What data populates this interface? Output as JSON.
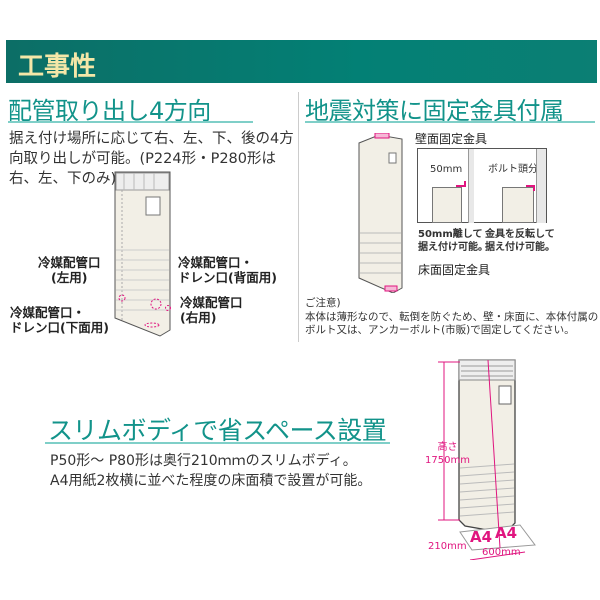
{
  "section_title": "工事性",
  "piping": {
    "heading": "配管取り出し4方向",
    "desc": [
      "据え付け場所に応じて右、左、下、後の4方",
      "向取り出しが可能。(P224形・P280形は",
      "右、左、下のみ)"
    ],
    "labels": {
      "left": [
        "冷媒配管口",
        "(左用)"
      ],
      "back": [
        "冷媒配管口・",
        "ドレン口(背面用)"
      ],
      "right": [
        "冷媒配管口",
        "(右用)"
      ],
      "bottom": [
        "冷媒配管口・",
        "ドレン口(下面用)"
      ]
    }
  },
  "quake": {
    "heading": "地震対策に固定金具付属",
    "wall_bracket": "壁面固定金具",
    "floor_bracket": "床面固定金具",
    "detail1_dim": "50mm",
    "detail2_dim": "ボルト頭分",
    "detail1_caption": [
      "50mm離して",
      "据え付け可能。"
    ],
    "detail2_caption": [
      "金具を反転して",
      "据え付け可能。"
    ],
    "note_title": "ご注意)",
    "note": [
      "本体は薄形なので、転倒を防ぐため、壁・床面に、本体付属の",
      "ボルト又は、アンカーボルト(市販)で固定してください。"
    ]
  },
  "slim": {
    "heading": "スリムボディで省スペース設置",
    "desc": [
      "P50形～ P80形は奥行210ｍｍのスリムボディ。",
      "A4用紙2枚横に並べた程度の床面積で設置が可能。"
    ],
    "height_label": "高さ",
    "height_value": "1750mm",
    "depth_value": "210mm",
    "width_value": "600mm",
    "paper": [
      "A4",
      "A4"
    ]
  },
  "colors": {
    "accent": "#12938a",
    "band": "#038075",
    "dim": "#e0157f"
  }
}
